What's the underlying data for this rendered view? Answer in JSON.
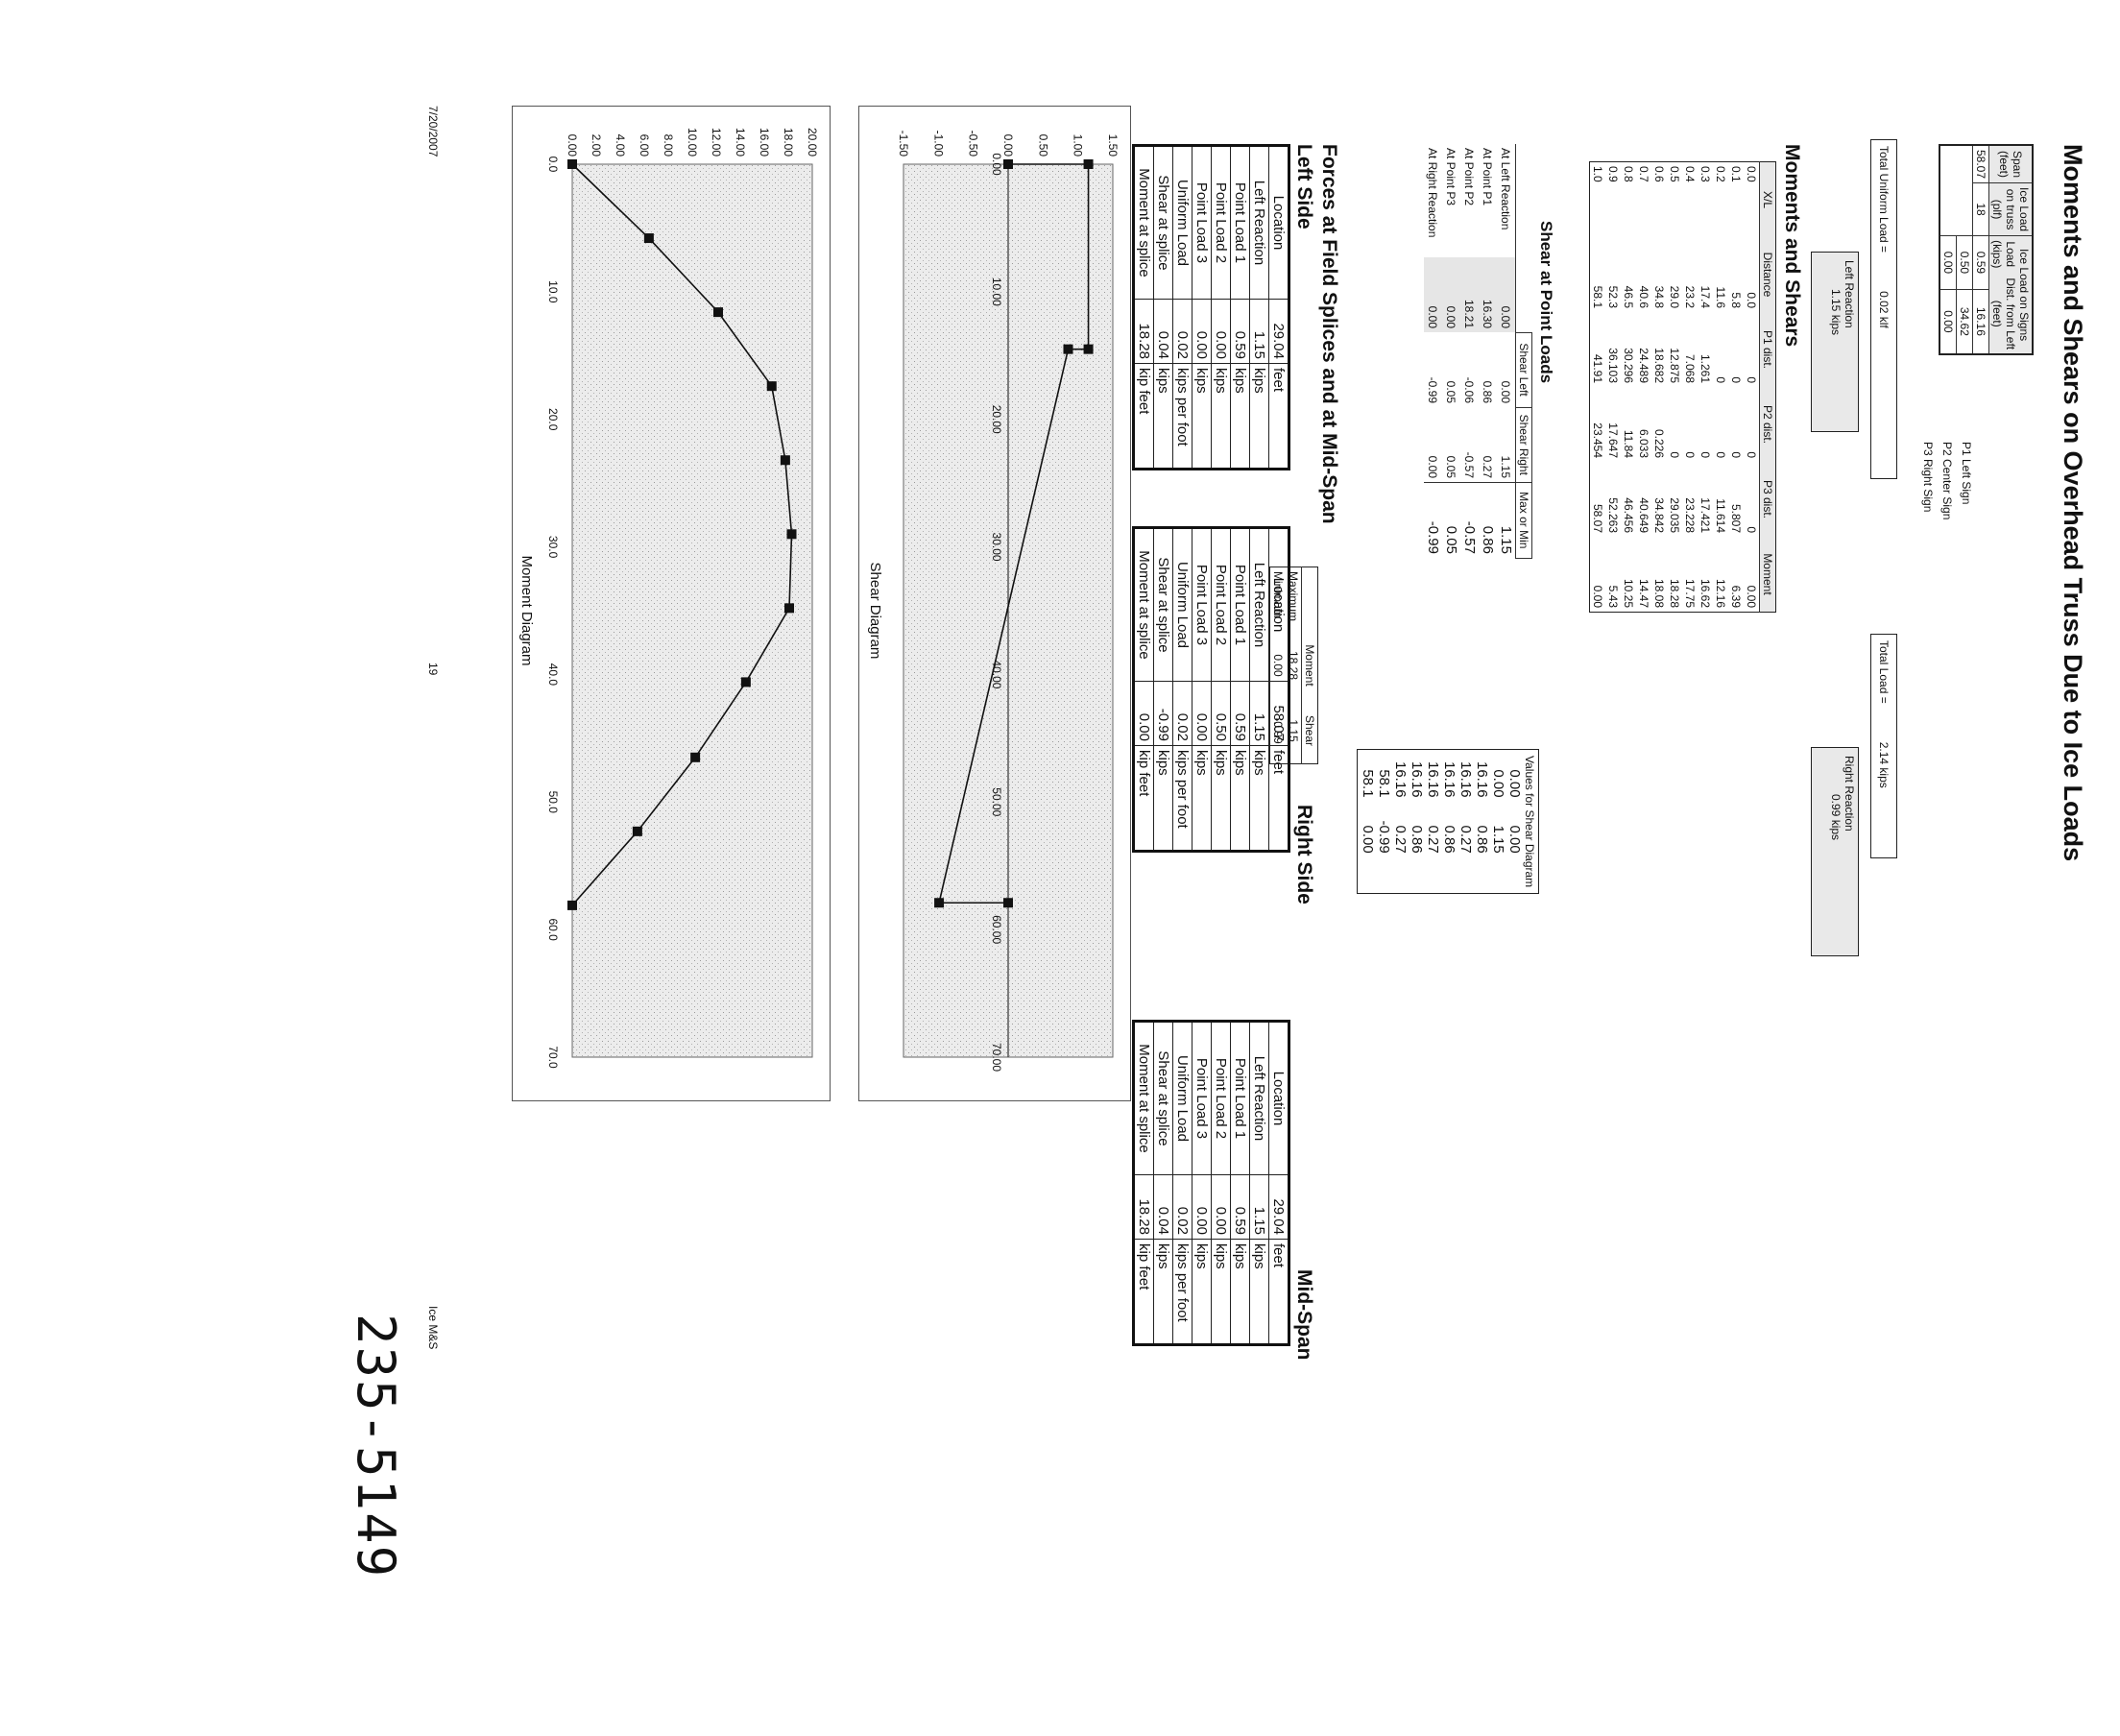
{
  "title": "Moments and Shears on Overhead Truss Due to Ice Loads",
  "span_table": {
    "headers": [
      [
        "Span",
        "(feet)"
      ],
      [
        "Ice Load",
        "on truss",
        "(plf)"
      ]
    ],
    "ice_signs_header": "Ice Load on Signs",
    "sign_headers": [
      [
        "Load",
        "(kips)"
      ],
      [
        "Dist. from Left",
        "(feet)"
      ]
    ],
    "span": "58.07",
    "ice_load_truss": "18",
    "signs": [
      {
        "load": "0.59",
        "dist": "16.16",
        "label": "P1  Left Sign"
      },
      {
        "load": "0.50",
        "dist": "34.62",
        "label": "P2  Center Sign"
      },
      {
        "load": "0.00",
        "dist": "0.00",
        "label": "P3  Right Sign"
      }
    ]
  },
  "totals": {
    "uniform_label": "Total Uniform Load =",
    "uniform_value": "0.02 klf",
    "total_label": "Total Load =",
    "total_value": "2.14 kips",
    "left_reaction_label": "Left Reaction",
    "left_reaction_value": "1.15 kips",
    "right_reaction_label": "Right Reaction",
    "right_reaction_value": "0.99 kips"
  },
  "moments_heading": "Moments and Shears",
  "ms_table": {
    "headers": [
      "X/L",
      "Distance",
      "P1 dist.",
      "P2 dist.",
      "P3 dist.",
      "Moment"
    ],
    "rows": [
      [
        "0.0",
        "0.0",
        "0",
        "0",
        "0",
        "0.00"
      ],
      [
        "0.1",
        "5.8",
        "0",
        "0",
        "5.807",
        "6.39"
      ],
      [
        "0.2",
        "11.6",
        "0",
        "0",
        "11.614",
        "12.16"
      ],
      [
        "0.3",
        "17.4",
        "1.261",
        "0",
        "17.421",
        "16.62"
      ],
      [
        "0.4",
        "23.2",
        "7.068",
        "0",
        "23.228",
        "17.75"
      ],
      [
        "0.5",
        "29.0",
        "12.875",
        "0",
        "29.035",
        "18.28"
      ],
      [
        "0.6",
        "34.8",
        "18.682",
        "0.226",
        "34.842",
        "18.08"
      ],
      [
        "0.7",
        "40.6",
        "24.489",
        "6.033",
        "40.649",
        "14.47"
      ],
      [
        "0.8",
        "46.5",
        "30.296",
        "11.84",
        "46.456",
        "10.25"
      ],
      [
        "0.9",
        "52.3",
        "36.103",
        "17.647",
        "52.263",
        "5.43"
      ],
      [
        "1.0",
        "58.1",
        "41.91",
        "23.454",
        "58.07",
        "0.00"
      ]
    ]
  },
  "shear_table": {
    "heading": "Shear at Point Loads",
    "headers": [
      "",
      "",
      "Shear Left",
      "Shear Right",
      "Max or Min"
    ],
    "rows": [
      [
        "At Left Reaction",
        "0.00",
        "0.00",
        "1.15",
        "1.15"
      ],
      [
        "At Point P1",
        "16.30",
        "0.86",
        "0.27",
        "0.86"
      ],
      [
        "At Point P2",
        "18.21",
        "-0.06",
        "-0.57",
        "-0.57"
      ],
      [
        "At Point P3",
        "0.00",
        "0.05",
        "0.05",
        "0.05"
      ],
      [
        "At Right Reaction",
        "0.00",
        "-0.99",
        "0.00",
        "-0.99"
      ]
    ]
  },
  "shear_values": {
    "header": "Values for Shear Diagram",
    "rows": [
      [
        "0.00",
        "0.00"
      ],
      [
        "0.00",
        "1.15"
      ],
      [
        "16.16",
        "0.86"
      ],
      [
        "16.16",
        "0.27"
      ],
      [
        "16.16",
        "0.86"
      ],
      [
        "16.16",
        "0.27"
      ],
      [
        "16.16",
        "0.86"
      ],
      [
        "16.16",
        "0.27"
      ],
      [
        "58.1",
        "-0.99"
      ],
      [
        "58.1",
        "0.00"
      ]
    ]
  },
  "extremes": {
    "headers": [
      "",
      "Moment",
      "Shear"
    ],
    "rows": [
      [
        "Maximum",
        "18.28",
        "1.15"
      ],
      [
        "Minimum",
        "0.00",
        "-0.99"
      ]
    ]
  },
  "forces_heading": "Forces at Field Splices and at Mid-Span",
  "force_tables": [
    {
      "side": "Left Side",
      "rows": [
        [
          "Location",
          "29.04",
          "feet"
        ],
        [
          "Left Reaction",
          "1.15",
          "kips"
        ],
        [
          "Point Load 1",
          "0.59",
          "kips"
        ],
        [
          "Point Load 2",
          "0.00",
          "kips"
        ],
        [
          "Point Load 3",
          "0.00",
          "kips"
        ],
        [
          "Uniform Load",
          "0.02",
          "kips per foot"
        ],
        [
          "Shear at splice",
          "0.04",
          "kips"
        ],
        [
          "Moment at splice",
          "18.28",
          "kip feet"
        ]
      ]
    },
    {
      "side": "Right Side",
      "rows": [
        [
          "Location",
          "58.07",
          "feet"
        ],
        [
          "Left Reaction",
          "1.15",
          "kips"
        ],
        [
          "Point Load 1",
          "0.59",
          "kips"
        ],
        [
          "Point Load 2",
          "0.50",
          "kips"
        ],
        [
          "Point Load 3",
          "0.00",
          "kips"
        ],
        [
          "Uniform Load",
          "0.02",
          "kips per foot"
        ],
        [
          "Shear at splice",
          "-0.99",
          "kips"
        ],
        [
          "Moment at splice",
          "0.00",
          "kip feet"
        ]
      ]
    },
    {
      "side": "Mid-Span",
      "rows": [
        [
          "Location",
          "29.04",
          "feet"
        ],
        [
          "Left Reaction",
          "1.15",
          "kips"
        ],
        [
          "Point Load 1",
          "0.59",
          "kips"
        ],
        [
          "Point Load 2",
          "0.00",
          "kips"
        ],
        [
          "Point Load 3",
          "0.00",
          "kips"
        ],
        [
          "Uniform Load",
          "0.02",
          "kips per foot"
        ],
        [
          "Shear at splice",
          "0.04",
          "kips"
        ],
        [
          "Moment at splice",
          "18.28",
          "kip feet"
        ]
      ]
    }
  ],
  "chart_data": [
    {
      "type": "line",
      "title": "Shear Diagram",
      "x": [
        0,
        0,
        14.5,
        14.5,
        57.9,
        57.9
      ],
      "y": [
        0,
        1.15,
        1.15,
        0.86,
        -0.99,
        0
      ],
      "xlim": [
        0,
        70
      ],
      "ylim": [
        -1.5,
        1.5
      ],
      "xticks": [
        "0.00",
        "10.00",
        "20.00",
        "30.00",
        "40.00",
        "50.00",
        "60.00",
        "70.00"
      ],
      "yticks": [
        "1.50",
        "1.00",
        "0.50",
        "0.00",
        "-0.50",
        "-1.00",
        "-1.50"
      ],
      "grid": false
    },
    {
      "type": "line",
      "title": "Moment Diagram",
      "x": [
        0,
        5.8,
        11.6,
        17.4,
        23.2,
        29.0,
        34.8,
        40.6,
        46.5,
        52.3,
        58.1
      ],
      "y": [
        0,
        6.39,
        12.16,
        16.62,
        17.75,
        18.28,
        18.08,
        14.47,
        10.25,
        5.43,
        0
      ],
      "xlim": [
        0,
        70
      ],
      "ylim": [
        0,
        20
      ],
      "xticks": [
        "0.0",
        "10.0",
        "20.0",
        "30.0",
        "40.0",
        "50.0",
        "60.0",
        "70.0"
      ],
      "yticks": [
        "20.00",
        "18.00",
        "16.00",
        "14.00",
        "12.00",
        "10.00",
        "8.00",
        "6.00",
        "4.00",
        "2.00",
        "0.00"
      ],
      "grid": false
    }
  ],
  "footer": {
    "date": "7/20/2007",
    "page": "19",
    "tab": "Ice M&S"
  },
  "handwritten": "235-5149"
}
